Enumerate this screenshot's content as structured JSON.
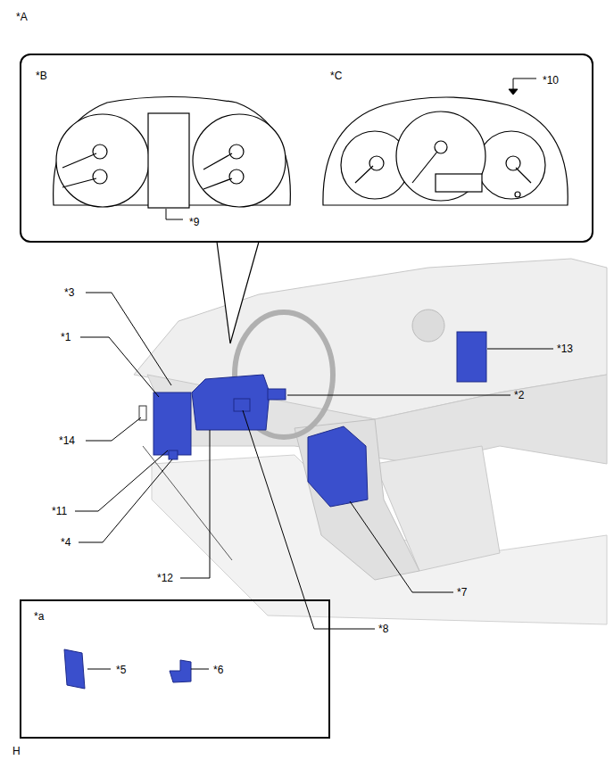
{
  "diagram": {
    "nodes": [
      {
        "text": [
          "*B",
          "*C",
          "*9",
          "*10"
        ]
      },
      {
        "text": [
          "*a",
          "*5",
          "*6"
        ]
      }
    ],
    "labels": [
      "*A",
      "*3",
      "*1",
      "*14",
      "*11",
      "*4",
      "*12",
      "*13",
      "*2",
      "*7",
      "*8",
      "H"
    ]
  }
}
